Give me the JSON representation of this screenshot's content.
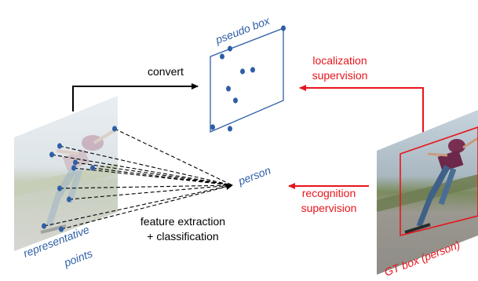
{
  "labels": {
    "pseudo_box": "pseudo box",
    "convert": "convert",
    "localization_supervision_line1": "localization",
    "localization_supervision_line2": "supervision",
    "recognition_supervision_line1": "recognition",
    "recognition_supervision_line2": "supervision",
    "person": "person",
    "feature_extraction_line1": "feature extraction",
    "feature_extraction_line2": "+ classification",
    "representative_points_line1": "representative",
    "representative_points_line2": "points",
    "gt_box": "GT box (person)"
  },
  "colors": {
    "point_blue": "#2e5ea6",
    "supervision_red": "#e8141b",
    "arrow_black": "#000000"
  }
}
